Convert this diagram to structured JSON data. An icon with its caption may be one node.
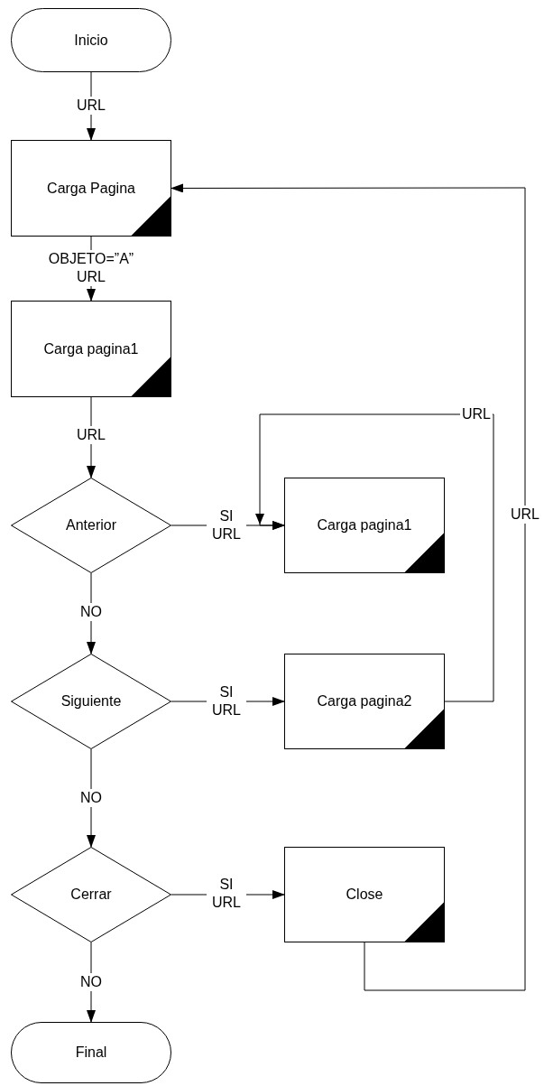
{
  "diagram": {
    "nodes": [
      {
        "text": [
          "Inicio"
        ]
      },
      {
        "text": [
          "Carga Pagina"
        ]
      },
      {
        "text": [
          "Carga pagina1"
        ]
      },
      {
        "text": [
          "Anterior"
        ]
      },
      {
        "text": [
          "Carga pagina1"
        ]
      },
      {
        "text": [
          "Siguiente"
        ]
      },
      {
        "text": [
          "Carga pagina2"
        ]
      },
      {
        "text": [
          "Cerrar"
        ]
      },
      {
        "text": [
          "Close"
        ]
      },
      {
        "text": [
          "Final"
        ]
      }
    ],
    "edges": [
      {
        "from": 0,
        "to": 1,
        "arrow": "to",
        "label": "URL"
      },
      {
        "from": 1,
        "to": 2,
        "arrow": "to",
        "label": "OBJETO=”A” URL"
      },
      {
        "from": 2,
        "to": 3,
        "arrow": "to",
        "label": "URL"
      },
      {
        "from": 3,
        "to": 4,
        "arrow": "to",
        "label": "SI URL"
      },
      {
        "from": 3,
        "to": 5,
        "arrow": "to",
        "label": "NO"
      },
      {
        "from": 5,
        "to": 6,
        "arrow": "to",
        "label": "SI URL"
      },
      {
        "from": 5,
        "to": 7,
        "arrow": "to",
        "label": "NO"
      },
      {
        "from": 7,
        "to": 8,
        "arrow": "to",
        "label": "SI URL"
      },
      {
        "from": 7,
        "to": 9,
        "arrow": "to",
        "label": "NO"
      },
      {
        "from": 6,
        "to": 4,
        "arrow": "to",
        "label": "URL"
      },
      {
        "from": 8,
        "to": 1,
        "arrow": "to",
        "label": "URL"
      }
    ]
  }
}
